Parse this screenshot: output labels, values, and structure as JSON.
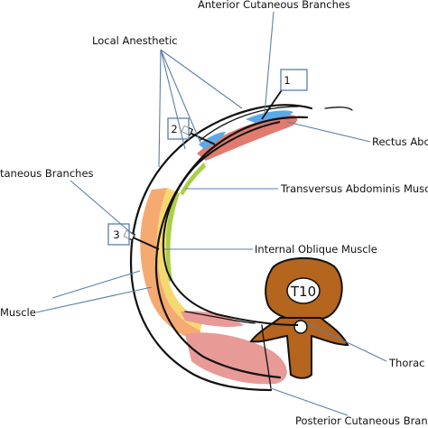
{
  "labels": {
    "anterior_cutaneous": "Anterior Cutaneous Branches",
    "local_anesthetic": "Local Anesthetic",
    "rectus": "Rectus Abc",
    "lateral_cutaneous": "taneous Branches",
    "transversus": "Transversus Abdominis Musc",
    "internal_oblique": "Internal Oblique Muscle",
    "muscle_left": "Muscle",
    "thoracic": "Thorac",
    "posterior_cutaneous": "Posterior Cutaneous Bran",
    "vertebra": "T10"
  },
  "injection_sites": [
    "1",
    "2",
    "3"
  ],
  "colors": {
    "leader": "#5b7fa8",
    "rectus": "#e07b6e",
    "anesthetic_blue": "#5aa9e6",
    "external_oblique": "#f4a56a",
    "internal_oblique_yellow": "#f5d870",
    "transversus_green": "#a9cf45",
    "vertebra": "#b5651d",
    "back_muscle": "#e89a97"
  }
}
